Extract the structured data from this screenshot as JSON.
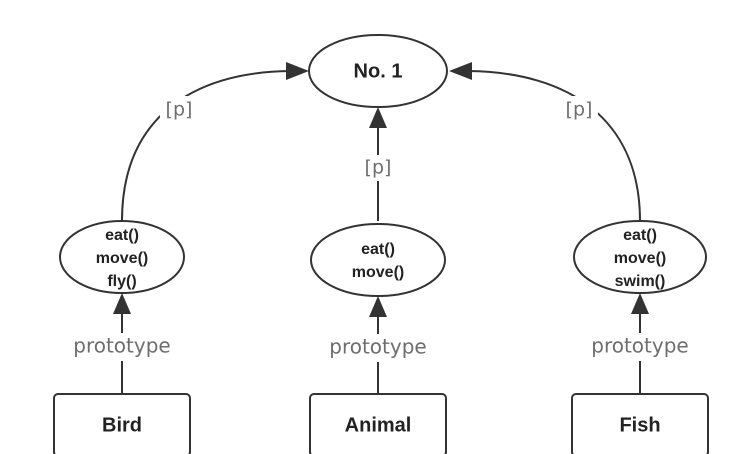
{
  "diagram": {
    "root": {
      "label": "No. 1"
    },
    "proto_edge_label": "prototype",
    "link_edge_label": "[p]",
    "columns": [
      {
        "constructor": "Bird",
        "prototype_methods": [
          "eat()",
          "move()",
          "fly()"
        ]
      },
      {
        "constructor": "Animal",
        "prototype_methods": [
          "eat()",
          "move()"
        ]
      },
      {
        "constructor": "Fish",
        "prototype_methods": [
          "eat()",
          "move()",
          "swim()"
        ]
      }
    ]
  },
  "colors": {
    "stroke": "#333333",
    "node_text": "#222222",
    "edge_label": "#6e6e6e",
    "background": "#ffffff"
  }
}
